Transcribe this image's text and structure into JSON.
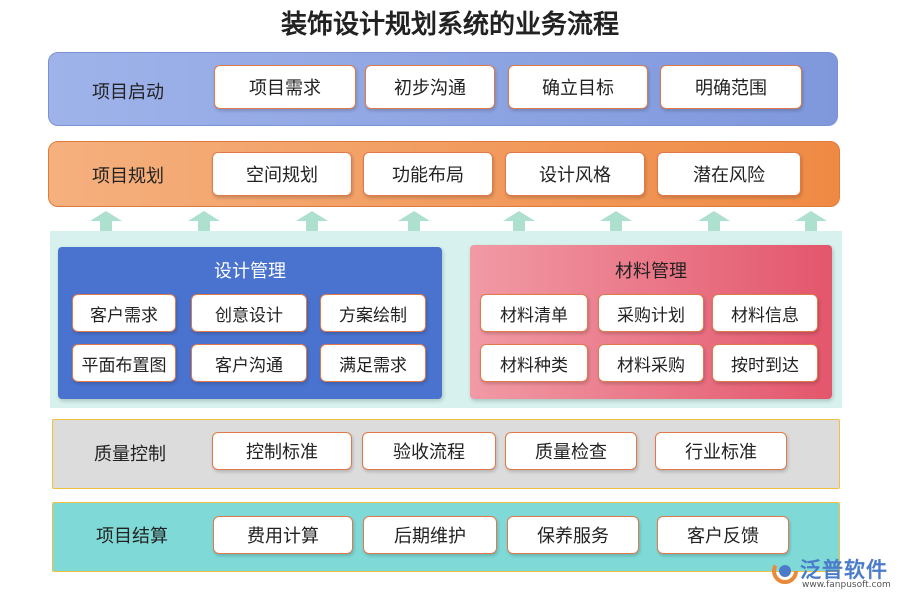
{
  "title": "装饰设计规划系统的业务流程",
  "colors": {
    "startup_band": "#8fa6e2",
    "planning_band": "#f19a5e",
    "middle_bg": "#d7f2ee",
    "design_panel": "#4a73cf",
    "material_panel": "#e8677a",
    "quality_band": "#dcdcdc",
    "settlement_band": "#7fdad7",
    "arrow": "#aee0d0"
  },
  "startup": {
    "label": "项目启动",
    "items": [
      "项目需求",
      "初步沟通",
      "确立目标",
      "明确范围"
    ]
  },
  "planning": {
    "label": "项目规划",
    "items": [
      "空间规划",
      "功能布局",
      "设计风格",
      "潜在风险"
    ]
  },
  "design": {
    "title": "设计管理",
    "items": [
      "客户需求",
      "创意设计",
      "方案绘制",
      "平面布置图",
      "客户沟通",
      "满足需求"
    ]
  },
  "material": {
    "title": "材料管理",
    "items": [
      "材料清单",
      "采购计划",
      "材料信息",
      "材料种类",
      "材料采购",
      "按时到达"
    ]
  },
  "quality": {
    "label": "质量控制",
    "items": [
      "控制标准",
      "验收流程",
      "质量检查",
      "行业标准"
    ]
  },
  "settlement": {
    "label": "项目结算",
    "items": [
      "费用计算",
      "后期维护",
      "保养服务",
      "客户反馈"
    ]
  },
  "watermark": {
    "logo_text": "泛普软件",
    "url": "www.fanpusoft.com"
  }
}
